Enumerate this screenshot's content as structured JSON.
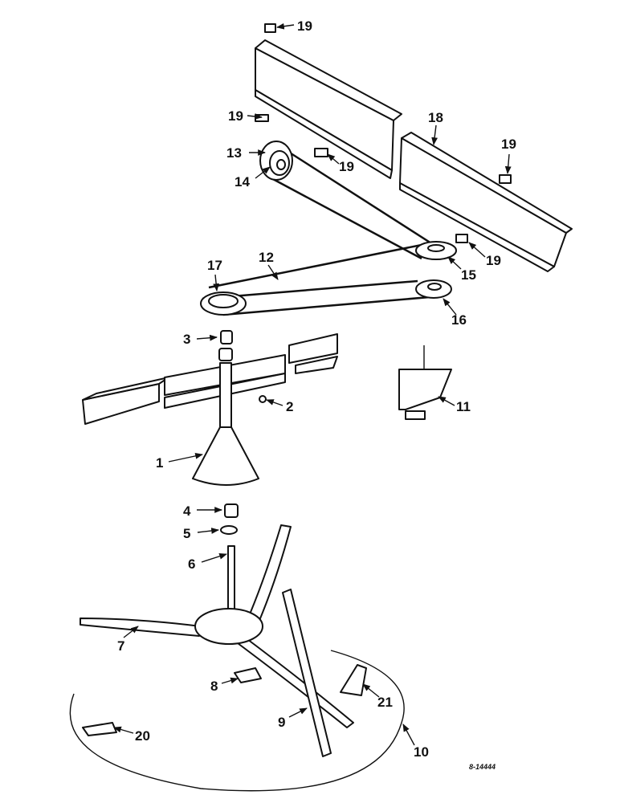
{
  "callouts": {
    "c1": "1",
    "c2": "2",
    "c3": "3",
    "c4": "4",
    "c5": "5",
    "c6": "6",
    "c7": "7",
    "c8": "8",
    "c9": "9",
    "c10": "10",
    "c11": "11",
    "c12": "12",
    "c13": "13",
    "c14": "14",
    "c15": "15",
    "c16": "16",
    "c17": "17",
    "c18": "18",
    "c19": "19"
  },
  "extra_callouts": {
    "c20": "20",
    "c21": "21"
  },
  "reference_number": "8-14444"
}
